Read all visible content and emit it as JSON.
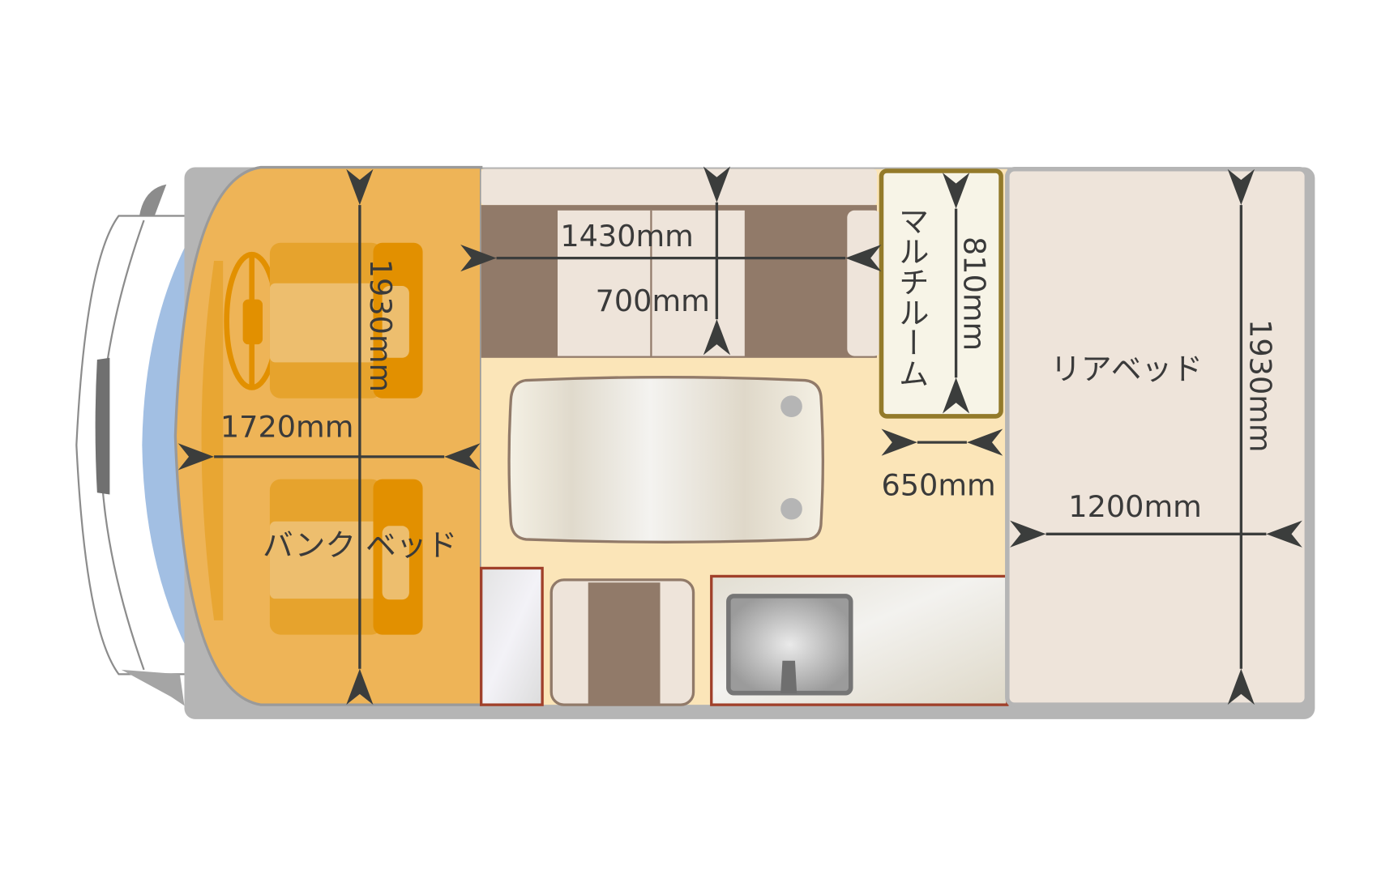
{
  "diagram": {
    "type": "camper-van floor plan",
    "colors": {
      "cab_orange": "#EEB457",
      "cab_orange_dark": "#E6A32D",
      "seat_orange": "#E29000",
      "seat_light": "#EDBE6E",
      "windshield_blue": "#A2BFE3",
      "sofa_brown": "#917A69",
      "cushion_cream": "#EEE4DA",
      "floor_cream": "#FBE5B8",
      "multiroom_border": "#937A2A",
      "multiroom_fill": "#F7F4E7",
      "rear_bed_fill": "#EEE4DA",
      "counter_red": "#A0402A",
      "body_outline": "#999999",
      "arrow_dark": "#3B3D3C",
      "sink_gray": "#9A9A9A"
    },
    "areas": {
      "bunk_bed": {
        "label": "バンク ベッド"
      },
      "multi_room": {
        "label": "マルチルーム"
      },
      "rear_bed": {
        "label": "リアベッド"
      }
    },
    "dimensions": {
      "bunk_length": "1930mm",
      "bunk_width": "1720mm",
      "dinette_length": "1430mm",
      "dinette_depth": "700mm",
      "multiroom_height": "810mm",
      "aisle_width": "650mm",
      "rear_bed_width": "1200mm",
      "rear_bed_length": "1930mm"
    }
  }
}
